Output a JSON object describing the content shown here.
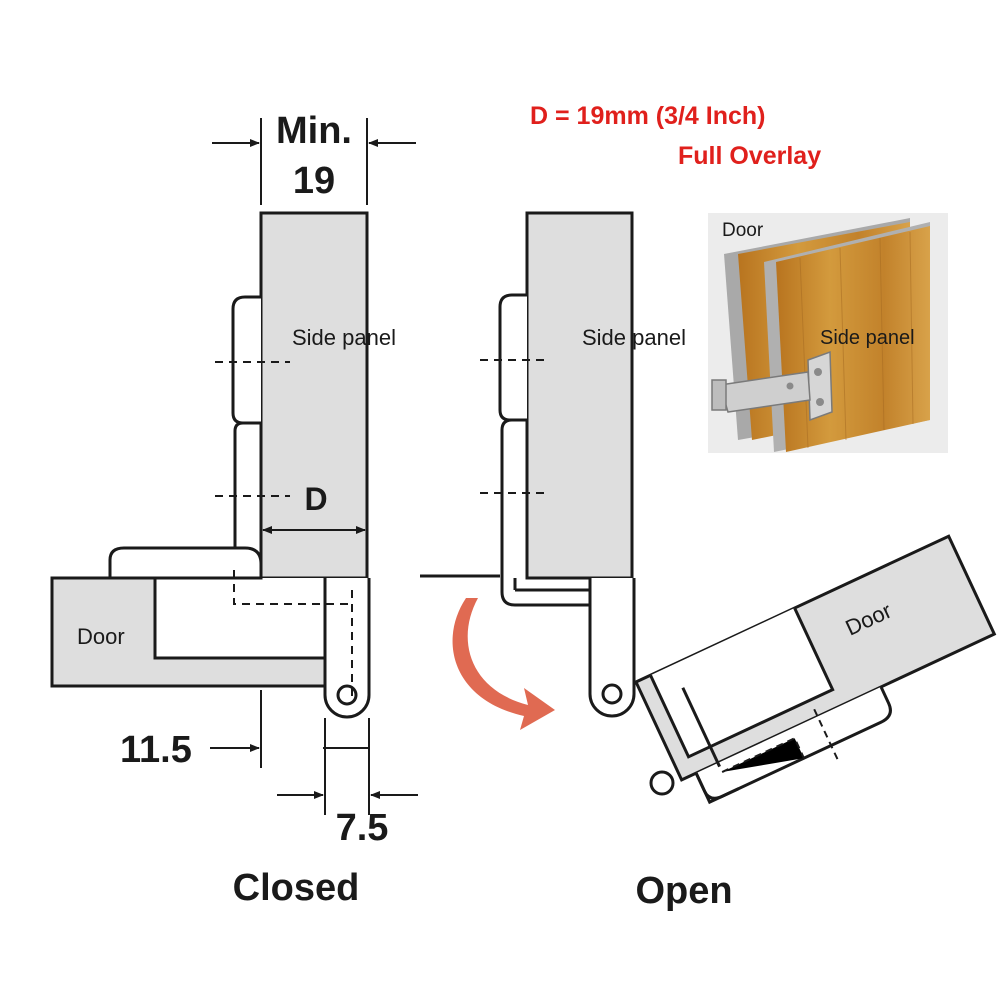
{
  "dimensions": {
    "min_label": "Min.",
    "min_value": "19",
    "d_label": "D",
    "overlay_left": "11.5",
    "overlay_bottom": "7.5"
  },
  "spec": {
    "formula": "D = 19mm (3/4 Inch)",
    "type": "Full Overlay"
  },
  "closed": {
    "side_panel_label": "Side panel",
    "door_label": "Door",
    "caption": "Closed"
  },
  "open": {
    "side_panel_label": "Side panel",
    "door_label": "Door",
    "caption": "Open"
  },
  "photo": {
    "door_label": "Door",
    "side_panel_label": "Side panel"
  },
  "colors": {
    "panel_fill": "#dedede",
    "line": "#1a1a1a",
    "accent_red": "#e0201c",
    "arrow_salmon": "#e06a52",
    "wood": "#c98a2e"
  }
}
